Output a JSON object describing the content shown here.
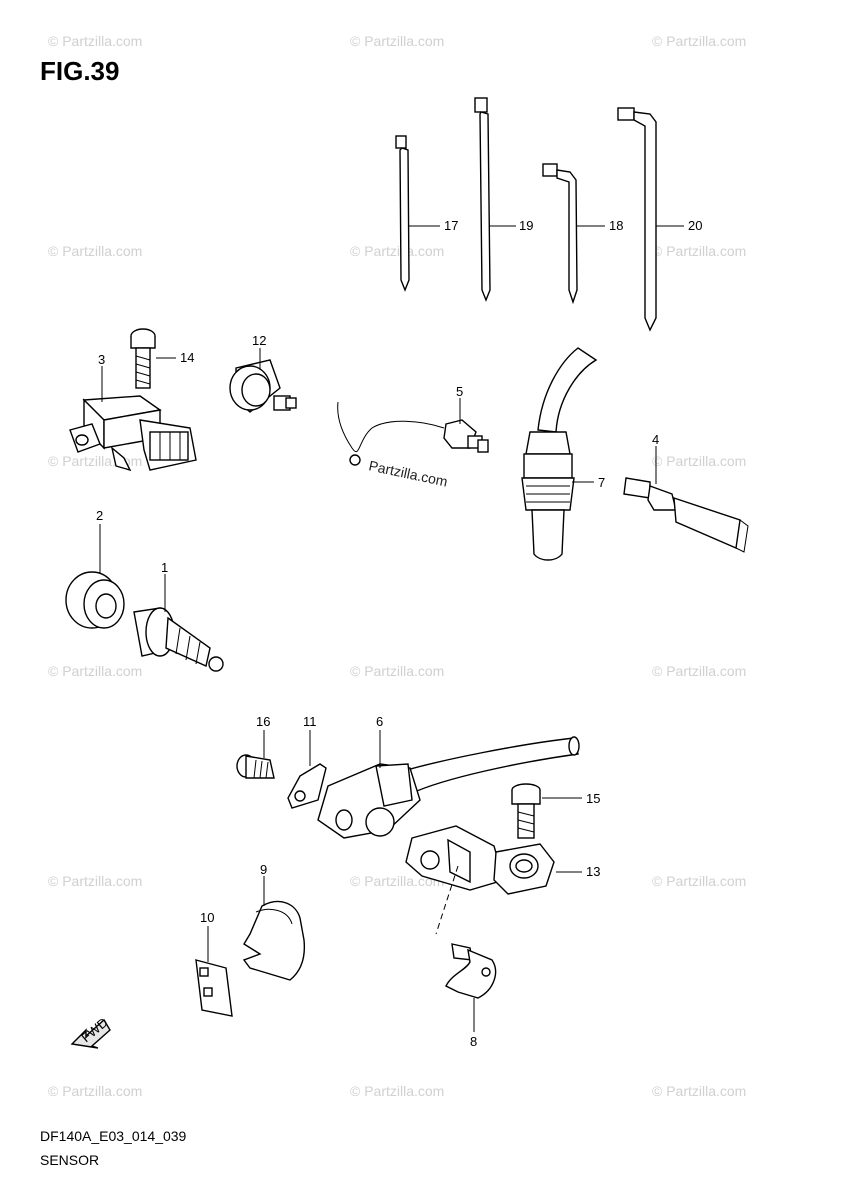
{
  "figure": {
    "title": "FIG.39",
    "code": "DF140A_E03_014_039",
    "name": "SENSOR"
  },
  "watermark": {
    "text": "© Partzilla.com",
    "center_text": "Partzilla.com"
  },
  "callouts": {
    "c1": "1",
    "c2": "2",
    "c3": "3",
    "c4": "4",
    "c5": "5",
    "c6": "6",
    "c7": "7",
    "c8": "8",
    "c9": "9",
    "c10": "10",
    "c11": "11",
    "c12": "12",
    "c13": "13",
    "c14": "14",
    "c15": "15",
    "c16": "16",
    "c17": "17",
    "c18": "18",
    "c19": "19",
    "c20": "20"
  },
  "fwd_label": "FWD"
}
